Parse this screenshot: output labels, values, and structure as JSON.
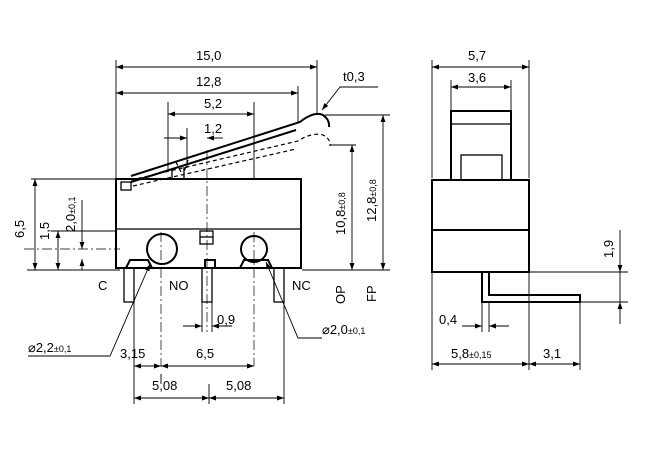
{
  "front_view": {
    "dims": {
      "overall_length": "15,0",
      "lever_length": "12,8",
      "center_span": "5,2",
      "lever_offset": "1,2",
      "lever_thickness": "t0,3",
      "body_height": "6,5",
      "hole_height": "1,5",
      "hole_offset": "2,0",
      "hole_offset_tol": "±0,1",
      "op_height": "10,8",
      "op_tol": "±0,8",
      "fp_height": "12,8",
      "fp_tol": "±0,8",
      "terminal_width": "0,9",
      "hole_left_dia": "⌀2,2",
      "hole_left_tol": "±0,1",
      "hole_right_dia": "⌀2,0",
      "hole_right_tol": "±0,1",
      "left_offset": "3,15",
      "hole_pitch": "6,5",
      "pitch_left": "5,08",
      "pitch_right": "5,08"
    },
    "labels": {
      "c": "C",
      "no": "NO",
      "nc": "NC",
      "op": "OP",
      "fp": "FP"
    }
  },
  "side_view": {
    "dims": {
      "overall_width": "5,7",
      "plunger_width": "3,6",
      "lead_height": "1,9",
      "lead_thickness": "0,4",
      "body_depth": "5,8",
      "body_depth_tol": "±0,15",
      "lead_length": "3,1"
    }
  }
}
